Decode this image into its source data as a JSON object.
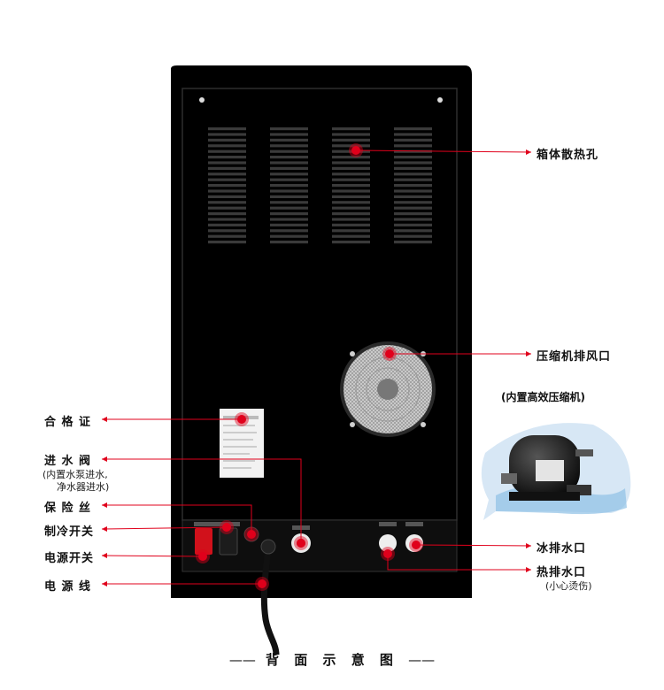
{
  "labels": {
    "vent": "箱体散热孔",
    "compressor_exhaust": "压缩机排风口",
    "compressor_title": "(内置高效压缩机)",
    "certificate": "合 格 证",
    "inlet_valve": "进 水 阀",
    "inlet_valve_note_1": "(内置水泵进水,",
    "inlet_valve_note_2": "净水器进水)",
    "fuse": "保 险 丝",
    "cooling_switch": "制冷开关",
    "power_switch": "电源开关",
    "power_cord": "电 源 线",
    "ice_outlet": "冰排水口",
    "hot_outlet": "热排水口",
    "hot_outlet_note": "(小心烫伤)"
  },
  "caption": {
    "dash_left": "——",
    "text": "背 面 示 意 图",
    "dash_right": "——"
  },
  "colors": {
    "marker": "#e0001b",
    "panel": "#000000",
    "background": "#ffffff"
  }
}
